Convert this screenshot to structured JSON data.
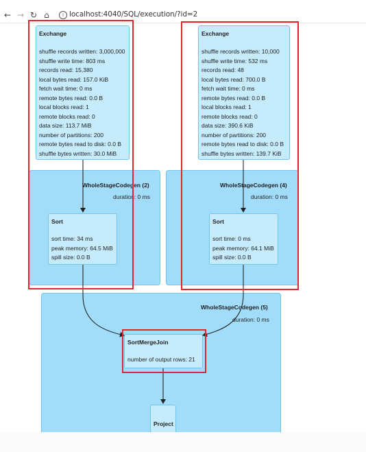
{
  "browser": {
    "back_icon": "arrow-left-icon",
    "forward_icon": "arrow-right-icon",
    "reload_icon": "reload-icon",
    "home_icon": "home-icon",
    "info_icon": "info-icon",
    "url": "localhost:4040/SQL/execution/?id=2"
  },
  "colors": {
    "cluster_fill": "#a2dcfb",
    "node_fill": "#c5ebfd",
    "highlight": "#e0262d"
  },
  "clusters": {
    "wsc2": {
      "title": "WholeStageCodegen (2)",
      "duration": "duration: 0 ms"
    },
    "wsc4": {
      "title": "WholeStageCodegen (4)",
      "duration": "duration: 0 ms"
    },
    "wsc5": {
      "title": "WholeStageCodegen (5)",
      "duration": "duration: 0 ms"
    }
  },
  "nodes": {
    "exchange_left": {
      "title": "Exchange",
      "metrics": [
        "shuffle records written: 3,000,000",
        "shuffle write time: 803 ms",
        "records read: 15,380",
        "local bytes read: 157.0 KiB",
        "fetch wait time: 0 ms",
        "remote bytes read: 0.0 B",
        "local blocks read: 1",
        "remote blocks read: 0",
        "data size: 113.7 MiB",
        "number of partitions: 200",
        "remote bytes read to disk: 0.0 B",
        "shuffle bytes written: 30.0 MiB"
      ]
    },
    "exchange_right": {
      "title": "Exchange",
      "metrics": [
        "shuffle records written: 10,000",
        "shuffle write time: 532 ms",
        "records read: 48",
        "local bytes read: 700.0 B",
        "fetch wait time: 0 ms",
        "remote bytes read: 0.0 B",
        "local blocks read: 1",
        "remote blocks read: 0",
        "data size: 390.6 KiB",
        "number of partitions: 200",
        "remote bytes read to disk: 0.0 B",
        "shuffle bytes written: 139.7 KiB"
      ]
    },
    "sort_left": {
      "title": "Sort",
      "metrics": [
        "sort time: 34 ms",
        "peak memory: 64.5 MiB",
        "spill size: 0.0 B"
      ]
    },
    "sort_right": {
      "title": "Sort",
      "metrics": [
        "sort time: 0 ms",
        "peak memory: 64.1 MiB",
        "spill size: 0.0 B"
      ]
    },
    "smj": {
      "title": "SortMergeJoin",
      "metrics": [
        "number of output rows: 21"
      ]
    },
    "project": {
      "title": "Project"
    }
  }
}
